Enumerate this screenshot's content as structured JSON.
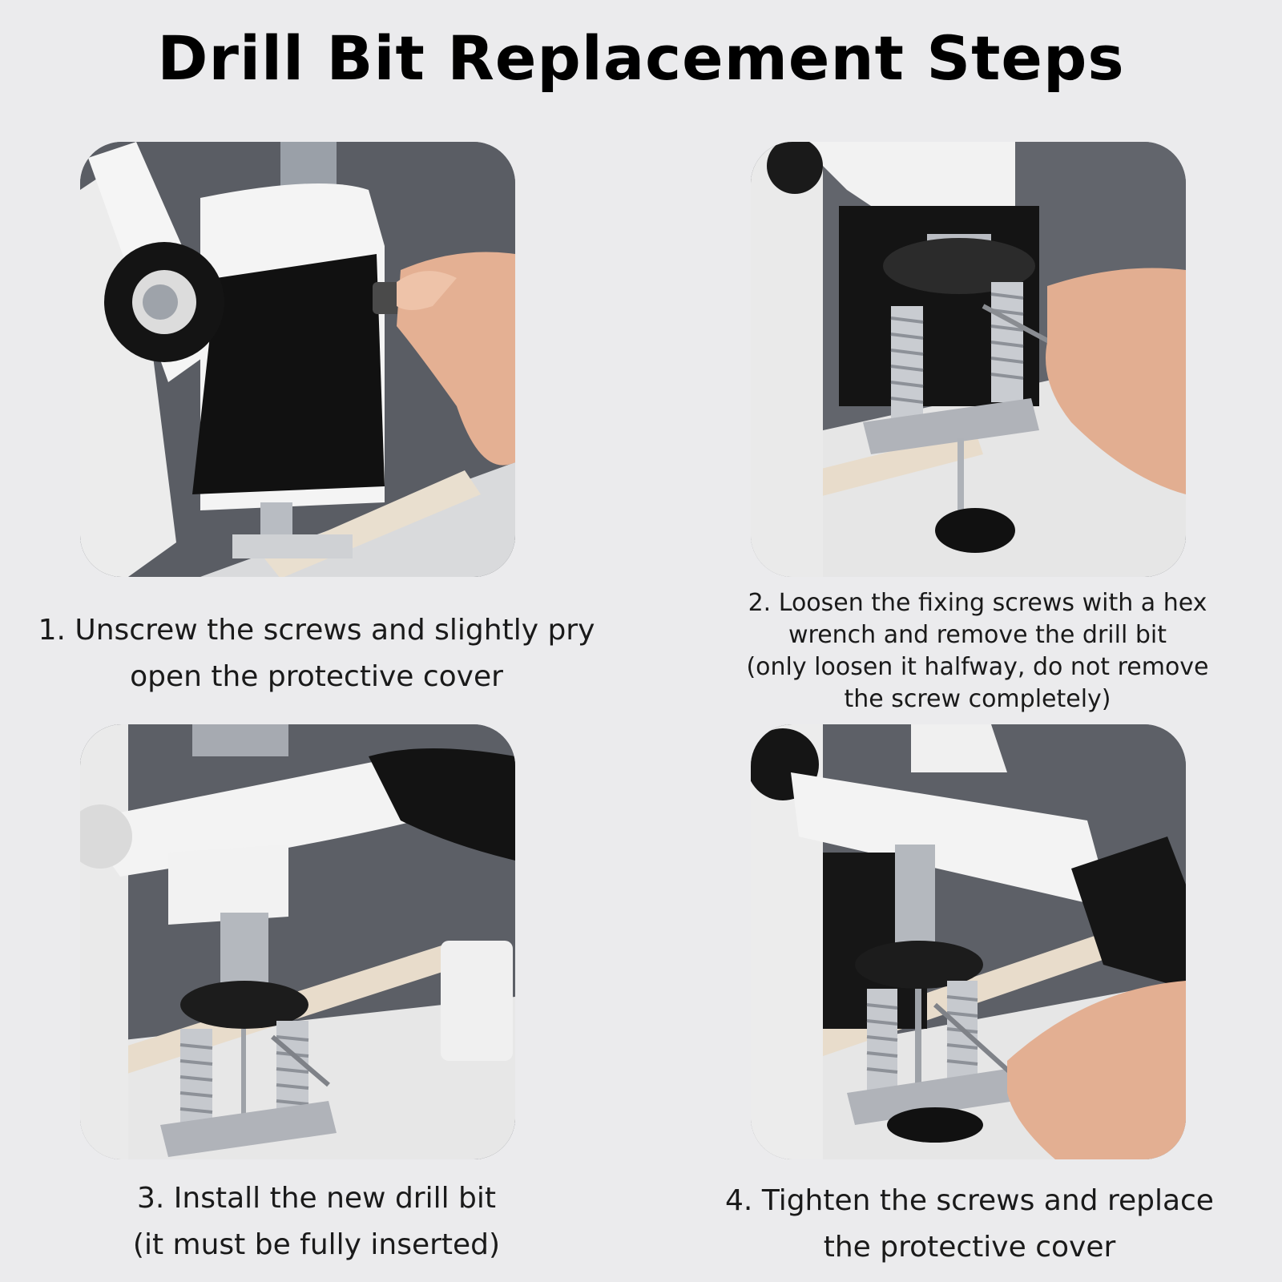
{
  "title": "Drill Bit Replacement Steps",
  "steps": [
    {
      "lines": [
        "1. Unscrew the screws and slightly pry",
        "open the protective cover"
      ],
      "image_subject": "removing-cover-screws"
    },
    {
      "lines": [
        "2. Loosen the fixing screws with a hex",
        "wrench and remove the drill bit",
        "(only loosen it halfway, do not remove",
        "the screw completely)"
      ],
      "image_subject": "loosening-fixing-screws"
    },
    {
      "lines": [
        "3. Install the new drill bit",
        "(it must be fully inserted)"
      ],
      "image_subject": "installing-new-bit"
    },
    {
      "lines": [
        "4. Tighten the screws and replace",
        "the protective cover"
      ],
      "image_subject": "tightening-screws"
    }
  ],
  "colors": {
    "background": "#ebebed",
    "machine_white": "#f3f3f3",
    "machine_black": "#121212",
    "backdrop_gray": "#5c5f66",
    "steel": "#b9bcc2",
    "skin": "#e6b296"
  }
}
